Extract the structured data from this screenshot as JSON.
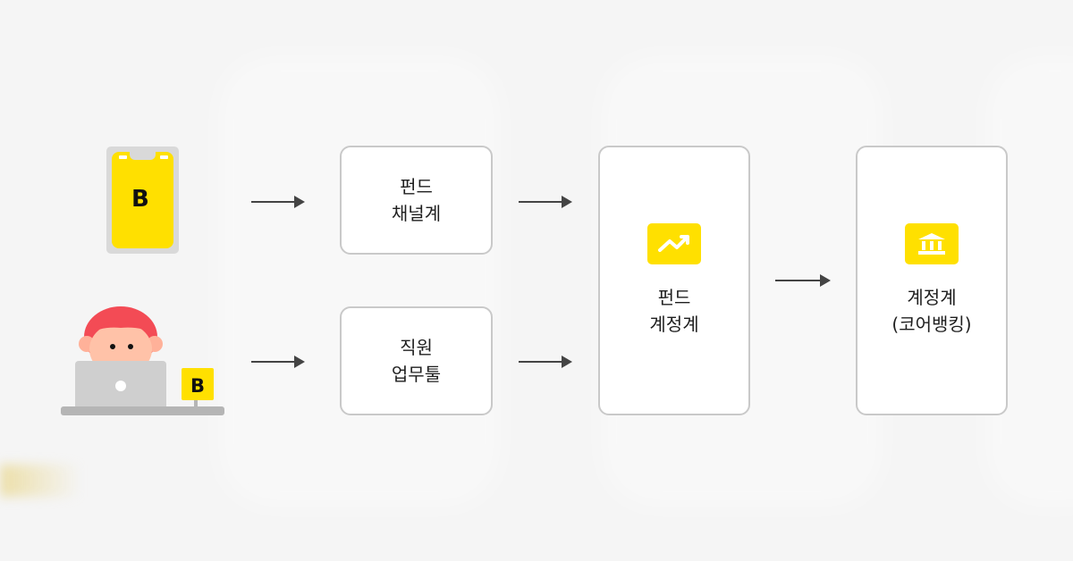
{
  "colors": {
    "accent": "#ffe000",
    "border": "#c9c9c9",
    "arrow": "#444444",
    "background": "#f5f5f5"
  },
  "sources": {
    "phone": {
      "icon": "phone-with-b-logo-icon",
      "logo_text": "B"
    },
    "employee": {
      "icon": "person-at-laptop-icon",
      "logo_text": "B"
    }
  },
  "nodes": {
    "fund_channel": {
      "line1": "펀드",
      "line2": "채널계"
    },
    "staff_tools": {
      "line1": "직원",
      "line2": "업무툴"
    },
    "fund_accounting": {
      "line1": "펀드",
      "line2": "계정계",
      "icon": "chart-trend-icon"
    },
    "core_banking": {
      "line1": "계정계",
      "line2": "(코어뱅킹)",
      "icon": "bank-building-icon"
    }
  }
}
